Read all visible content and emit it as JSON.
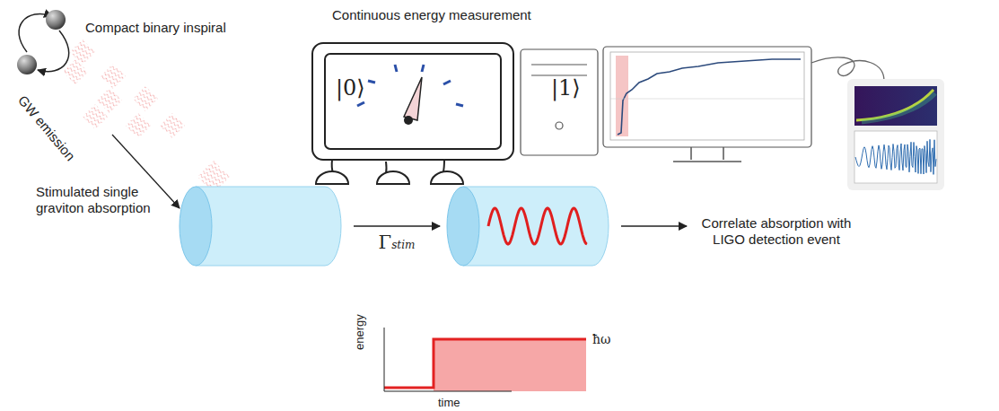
{
  "diagram": {
    "nodes": [
      {
        "text": [
          "|0⟩"
        ]
      },
      {
        "text": [
          "|1⟩"
        ]
      }
    ],
    "edges": [
      {
        "from": 0,
        "to": 1,
        "arrow": "to",
        "label": "Γstim"
      }
    ],
    "labels": [
      "Compact binary inspiral",
      "GW emission",
      "Continuous energy measurement",
      "Stimulated single graviton absorption",
      "Correlate absorption with LIGO detection event",
      "energy",
      "time",
      "ħω"
    ]
  }
}
